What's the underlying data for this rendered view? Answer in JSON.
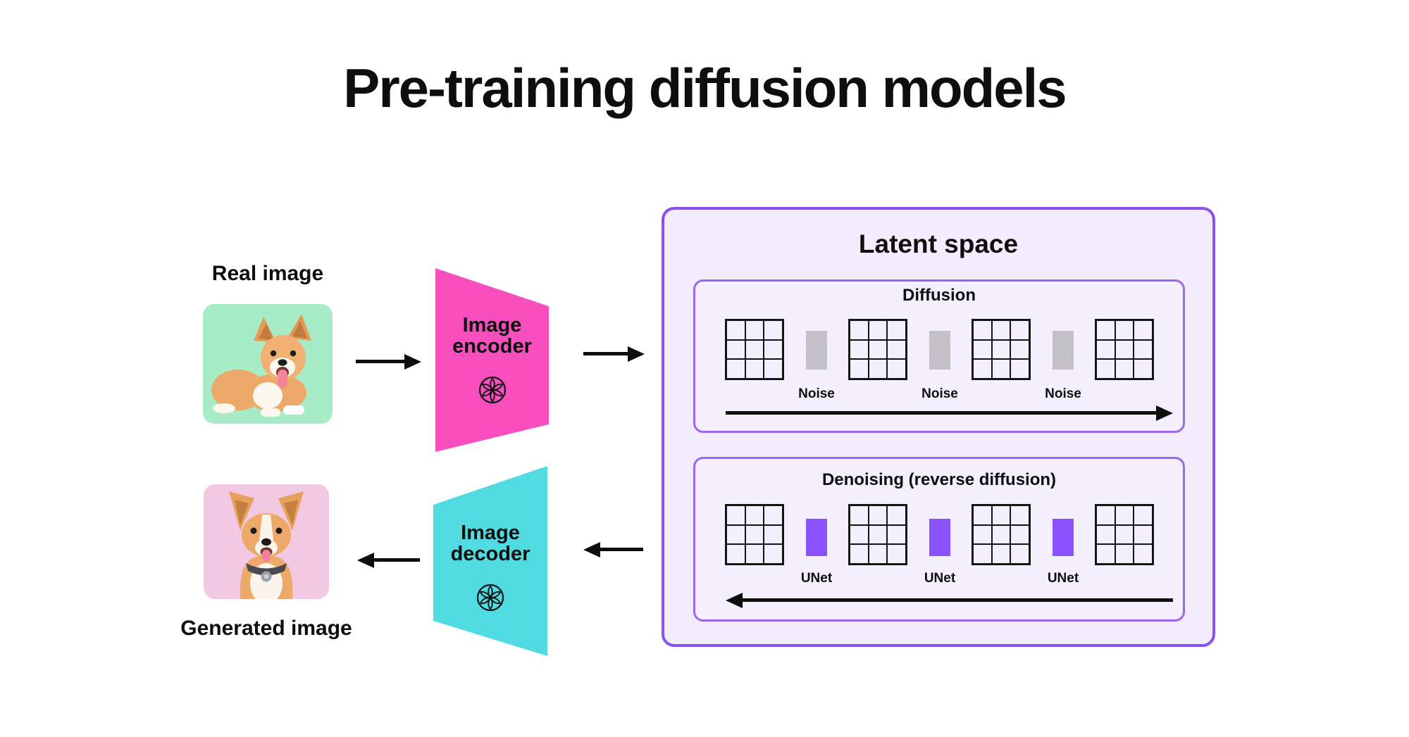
{
  "title": "Pre-training diffusion models",
  "labels": {
    "real_image": "Real image",
    "generated_image": "Generated image"
  },
  "encoder": {
    "label": "Image encoder",
    "icon": "flower-burst-icon",
    "color": "#F94FBE"
  },
  "decoder": {
    "label": "Image decoder",
    "icon": "flower-burst-icon",
    "color": "#50DBE2"
  },
  "latent": {
    "title": "Latent space",
    "diffusion": {
      "title": "Diffusion",
      "grid_count": 4,
      "noise_labels": [
        "Noise",
        "Noise",
        "Noise"
      ],
      "arrow_direction": "right"
    },
    "denoising": {
      "title": "Denoising (reverse diffusion)",
      "grid_count": 4,
      "unet_labels": [
        "UNet",
        "UNet",
        "UNet"
      ],
      "arrow_direction": "left"
    }
  },
  "photos": {
    "real": "corgi-dog-lying-on-mint-green-background",
    "generated": "corgi-dog-sitting-on-pink-background"
  },
  "colors": {
    "encoder_pink": "#F94FBE",
    "decoder_cyan": "#50DBE2",
    "real_photo_bg": "#A8EBC7",
    "generated_photo_bg": "#F1C9E3",
    "latent_bg": "#F2ECFC",
    "purple_border": "#8A4FF0",
    "unet_purple": "#8C52FF",
    "noise_gray": "#8D8893",
    "text_black": "#0E0E0E"
  }
}
